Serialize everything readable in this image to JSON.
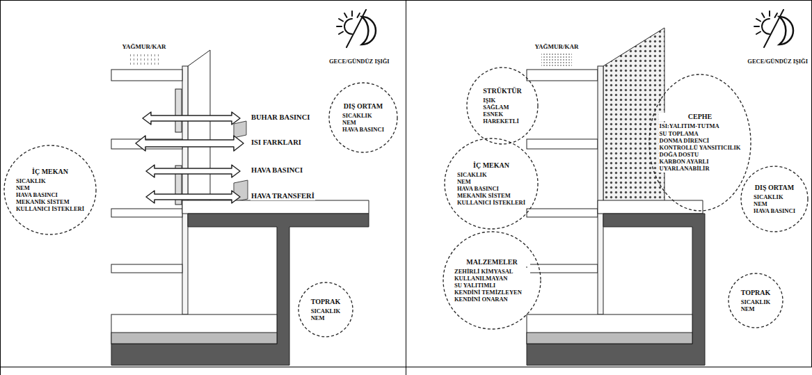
{
  "diagram": {
    "nodes": [
      {
        "text": [
          "İÇ MEKAN",
          "SICAKLIK",
          "NEM",
          "HAVA BASINCI",
          "MEKANİK SİSTEM",
          "KULLANICI İSTEKLERİ"
        ]
      },
      {
        "text": [
          "DIŞ ORTAM",
          "SICAKLIK",
          "NEM",
          "HAVA BASINCI"
        ]
      },
      {
        "text": [
          "TOPRAK",
          "SICAKLIK",
          "NEM"
        ]
      },
      {
        "text": [
          "STRÜKTÜR",
          "IŞIK",
          "SAĞLAM",
          "ESNEK",
          "HAREKETLİ"
        ]
      },
      {
        "text": [
          "İÇ MEKAN",
          "SICAKLIK",
          "NEM",
          "HAVA BASINCI",
          "MEKANİK SİSTEM",
          "KULLANICI İSTEKLERİ"
        ]
      },
      {
        "text": [
          "CEPHE",
          "ISI:YALITIM-TUTMA",
          "SU TOPLAMA",
          "DONMA DİRENCİ",
          "KONTROLLÜ YANSITICILIK",
          "DOĞA DOSTU",
          "KARBON AYARLI",
          "UYARLANABİLİR"
        ]
      },
      {
        "text": [
          "DIŞ ORTAM",
          "SICAKLIK",
          "NEM",
          "HAVA BASINCI"
        ]
      },
      {
        "text": [
          "MALZEMELER",
          "ZEHİRLİ KİMYASAL KULLANILMAYAN",
          "SU YALITIMLI",
          "KENDİNİ TEMİZLEYEN",
          "KENDİNİ ONARAN"
        ]
      },
      {
        "text": [
          "TOPRAK",
          "SICAKLIK",
          "NEM"
        ]
      }
    ],
    "labels": [
      "YAĞMUR/KAR",
      "GECE/GÜNDÜZ IŞIĞI",
      "BUHAR BASINCI",
      "ISI FARKLARI",
      "HAVA BASINCI",
      "HAVA TRANSFERİ",
      "YAĞMUR/KAR",
      "GECE/GÜNDÜZ IŞIĞI"
    ]
  }
}
